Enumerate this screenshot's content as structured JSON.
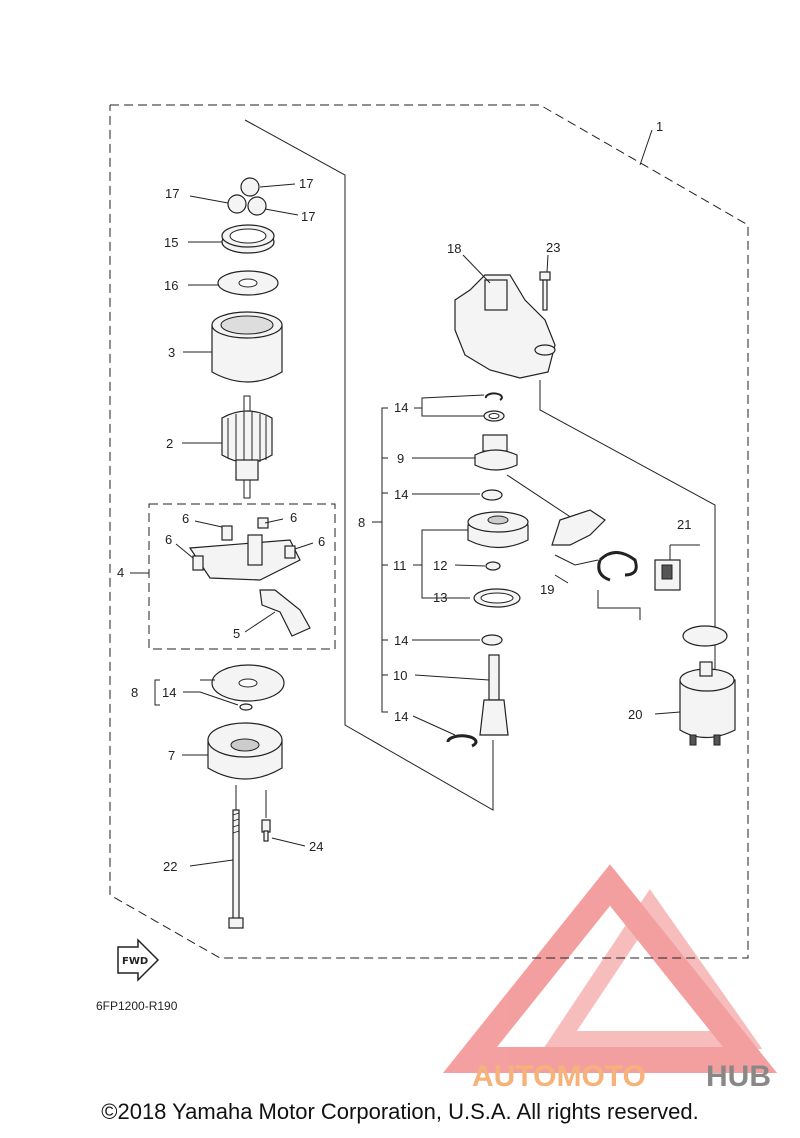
{
  "assembly": "1",
  "callouts": {
    "p1": "1",
    "p2": "2",
    "p3": "3",
    "p4": "4",
    "p5": "5",
    "p6a": "6",
    "p6b": "6",
    "p6c": "6",
    "p6d": "6",
    "p7": "7",
    "p8a": "8",
    "p8b": "8",
    "p9": "9",
    "p10": "10",
    "p11": "11",
    "p12": "12",
    "p13": "13",
    "p14a": "14",
    "p14b": "14",
    "p14c": "14",
    "p14d": "14",
    "p14e": "14",
    "p15": "15",
    "p16": "16",
    "p17a": "17",
    "p17b": "17",
    "p17c": "17",
    "p18": "18",
    "p19": "19",
    "p20": "20",
    "p21": "21",
    "p22": "22",
    "p23": "23",
    "p24": "24"
  },
  "direction_badge": "FWD",
  "diagram_code": "6FP1200-R190",
  "watermark": {
    "part1": "AUTOMOTO",
    "part2": "HUB",
    "color1": "#f5b27a",
    "color2": "#888888",
    "logo_color": "#f08080"
  },
  "copyright": "©2018 Yamaha Motor Corporation, U.S.A. All rights reserved."
}
